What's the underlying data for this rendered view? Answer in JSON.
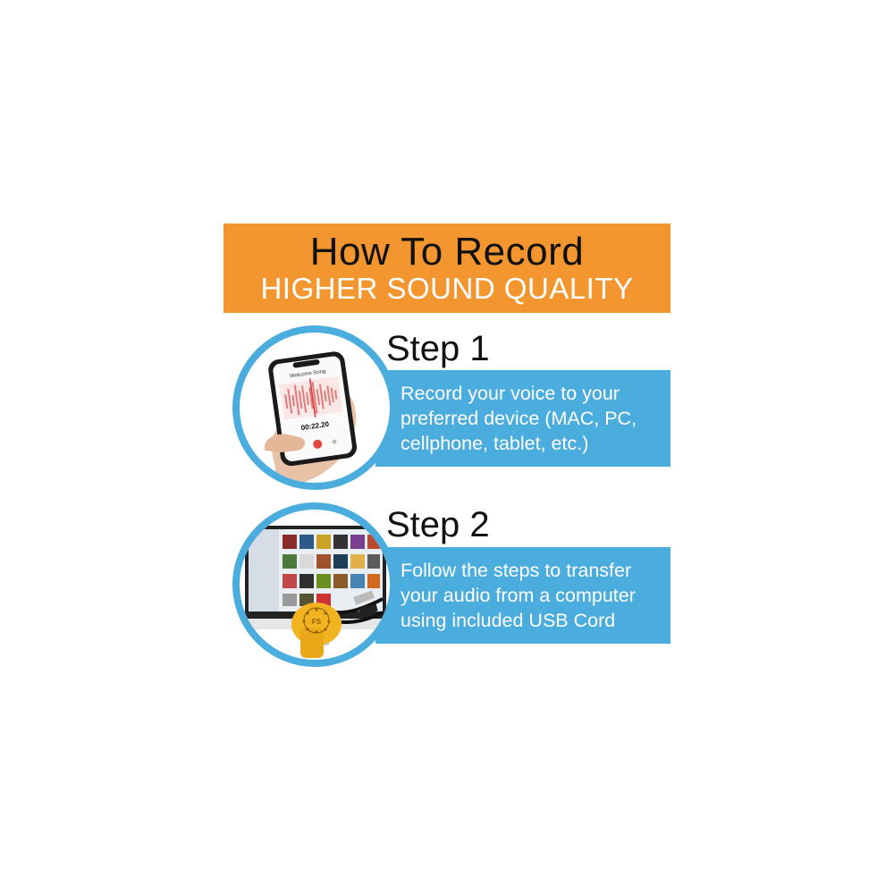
{
  "header": {
    "title": "How To Record",
    "subtitle": "HIGHER SOUND QUALITY"
  },
  "steps": [
    {
      "title": "Step 1",
      "lines": [
        "Record your voice to your",
        "preferred device (MAC, PC,",
        "cellphone, tablet, etc.)"
      ],
      "image": {
        "screen_title": "Welcome Song",
        "timer": "00:22.20"
      }
    },
    {
      "title": "Step 2",
      "lines": [
        "Follow the steps to transfer",
        "your audio from a computer",
        "using included USB Cord"
      ],
      "image": {
        "device_logo": "FS"
      }
    }
  ],
  "colors": {
    "banner": "#f4962f",
    "step_band": "#4badde",
    "device": "#f2b320"
  }
}
